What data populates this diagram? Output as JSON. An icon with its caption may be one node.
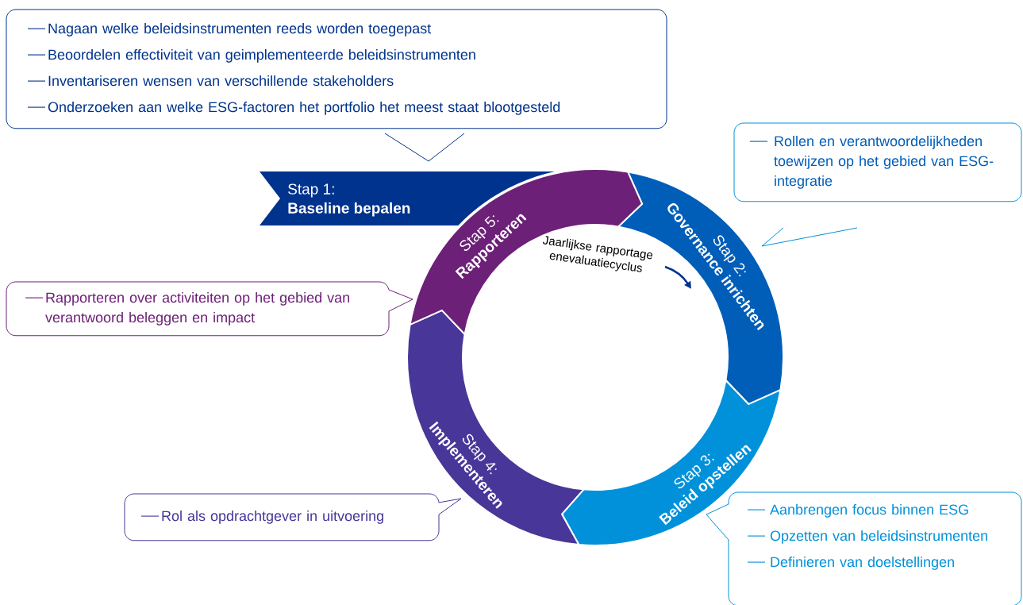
{
  "diagram": {
    "nodes": [
      {
        "text": [
          "Nagaan welke beleidsinstrumenten reeds worden toegepast",
          "Beoordelen effectiviteit van geimplementeerde beleidsinstrumenten",
          "Inventariseren wensen van verschillende stakeholders",
          "Onderzoeken aan welke ESG-factoren het portfolio het meest staat blootgesteld"
        ]
      },
      {
        "text": [
          "Stap 1:",
          "Baseline bepalen"
        ]
      },
      {
        "text": [
          "Stap 2:",
          "Governance inrichten"
        ]
      },
      {
        "text": [
          "Stap 3:",
          "Beleid opstellen"
        ]
      },
      {
        "text": [
          "Stap 4:",
          "Implementeren"
        ]
      },
      {
        "text": [
          "Stap 5:",
          "Rapporteren"
        ]
      },
      {
        "text": [
          "Rollen en verantwoordelijkheden toewijzen op het gebied van ESG-integratie"
        ]
      },
      {
        "text": [
          "Rapporteren over activiteiten op het gebied van verantwoord beleggen en impact"
        ]
      },
      {
        "text": [
          "Rol als opdrachtgever in uitvoering"
        ]
      },
      {
        "text": [
          "Aanbrengen focus binnen ESG",
          "Opzetten van beleidsinstrumenten",
          "Definieren van doelstellingen"
        ]
      }
    ],
    "labels": [
      "Jaarlijkse rapportage enevaluatiecyclus"
    ]
  }
}
